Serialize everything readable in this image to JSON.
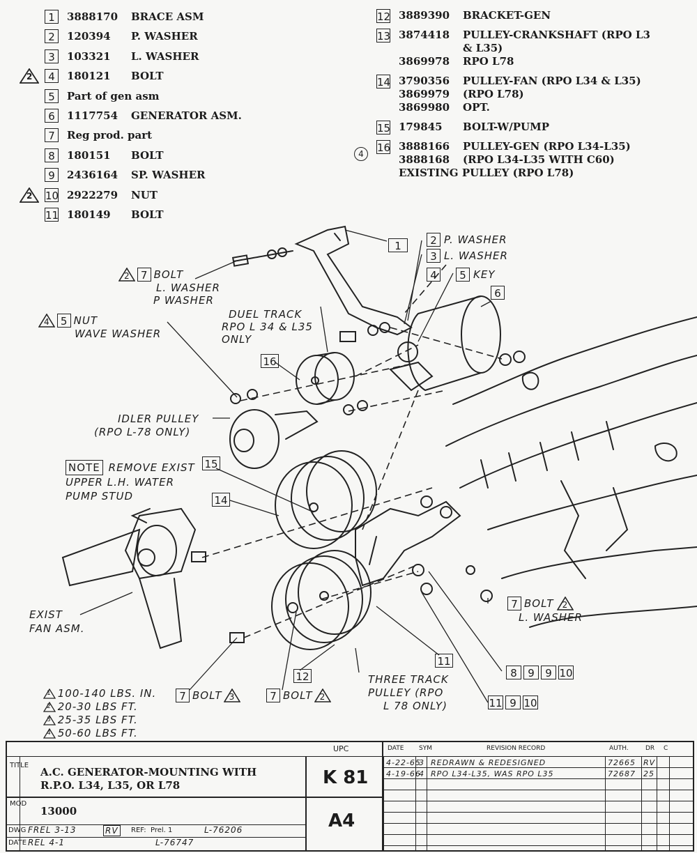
{
  "parts_left": [
    {
      "item": "1",
      "number": "3888170",
      "description": "BRACE ASM",
      "flag": ""
    },
    {
      "item": "2",
      "number": "120394",
      "description": "P. WASHER",
      "flag": ""
    },
    {
      "item": "3",
      "number": "103321",
      "description": "L. WASHER",
      "flag": ""
    },
    {
      "item": "4",
      "number": "180121",
      "description": "BOLT",
      "flag": "2"
    },
    {
      "item": "5",
      "number": "",
      "description": "Part of gen asm",
      "flag": ""
    },
    {
      "item": "6",
      "number": "1117754",
      "description": "GENERATOR ASM.",
      "flag": ""
    },
    {
      "item": "7",
      "number": "",
      "description": "Reg prod. part",
      "flag": ""
    },
    {
      "item": "8",
      "number": "180151",
      "description": "BOLT",
      "flag": ""
    },
    {
      "item": "9",
      "number": "2436164",
      "description": "SP. WASHER",
      "flag": ""
    },
    {
      "item": "10",
      "number": "2922279",
      "description": "NUT",
      "flag": "2"
    },
    {
      "item": "11",
      "number": "180149",
      "description": "BOLT",
      "flag": ""
    }
  ],
  "parts_right": [
    {
      "item": "12",
      "lines": [
        [
          "3889390",
          "BRACKET-GEN"
        ]
      ]
    },
    {
      "item": "13",
      "lines": [
        [
          "3874418",
          "PULLEY-CRANKSHAFT (RPO L3"
        ],
        [
          "",
          "& L35)"
        ],
        [
          "3869978",
          "RPO L78"
        ]
      ]
    },
    {
      "item": "14",
      "lines": [
        [
          "3790356",
          "PULLEY-FAN (RPO L34 & L35)"
        ],
        [
          "3869979",
          "(RPO L78)"
        ],
        [
          "3869980",
          "OPT."
        ]
      ]
    },
    {
      "item": "15",
      "lines": [
        [
          "179845",
          "BOLT-W/PUMP"
        ]
      ]
    },
    {
      "item": "16",
      "lines": [
        [
          "3888166",
          "PULLEY-GEN (RPO L34-L35)"
        ],
        [
          "3888168",
          "(RPO L34-L35 WITH C60)"
        ]
      ],
      "extra": "EXISTING PULLEY (RPO L78)",
      "revision_mark": "4"
    }
  ],
  "callouts": {
    "c1": "1",
    "c2_box": "2",
    "c2_text": "P. WASHER",
    "c3_box": "3",
    "c3_text": "L. WASHER",
    "c4_box": "4",
    "c5_box": "5",
    "c5_text": "KEY",
    "c6_box": "6",
    "bolt7_tri": "2",
    "bolt7_box": "7",
    "bolt7_l1": "BOLT",
    "bolt7_l2": "L. WASHER",
    "bolt7_l3": "P WASHER",
    "nut_tri": "4",
    "nut_box": "5",
    "nut_l1": "NUT",
    "nut_l2": "WAVE WASHER",
    "duel_l1": "DUEL TRACK",
    "duel_l2": "RPO L 34 & L35",
    "duel_l3": "ONLY",
    "c16": "16",
    "idler_l1": "IDLER PULLEY",
    "idler_l2": "(RPO L-78 ONLY)",
    "note_box": "NOTE",
    "note_l1": "REMOVE EXIST",
    "note_l2": "UPPER L.H. WATER",
    "note_l3": "PUMP STUD",
    "c15": "15",
    "c14": "14",
    "exist_l1": "EXIST",
    "exist_l2": "FAN ASM.",
    "bolt_r_box": "7",
    "bolt_r_text": "BOLT",
    "bolt_r_tri": "2",
    "bolt_r_l2": "L. WASHER",
    "stack_a": [
      "8",
      "9",
      "9",
      "10"
    ],
    "stack_b": [
      "11",
      "9",
      "10"
    ],
    "c11": "11",
    "c12": "12",
    "three_l1": "THREE TRACK",
    "three_l2": "PULLEY (RPO",
    "three_l3": "L 78 ONLY)",
    "bolt_b1_box": "7",
    "bolt_b1_text": "BOLT",
    "bolt_b1_tri": "3",
    "bolt_b2_box": "7",
    "bolt_b2_text": "BOLT",
    "bolt_b2_tri": "2"
  },
  "torque": [
    {
      "mark": "1",
      "text": "100-140 LBS. IN."
    },
    {
      "mark": "2",
      "text": "20-30 LBS FT."
    },
    {
      "mark": "3",
      "text": "25-35 LBS FT."
    },
    {
      "mark": "4",
      "text": "50-60 LBS FT."
    }
  ],
  "title_block": {
    "title_side": "TITLE",
    "title_line1": "A.C. GENERATOR-MOUNTING WITH",
    "title_line2": "R.P.O. L34, L35, OR L78",
    "model_side": "MOD",
    "model": "13000",
    "upc_label": "UPC",
    "upc_code": "K 81",
    "sheet": "A4",
    "dwg_label": "DWG",
    "dwg_value": "FREL 3-13",
    "dwg_init": "RV",
    "date_label": "DATE",
    "date_value": "REL 4-1",
    "ref_label": "REF:",
    "ref_value": "Prel. 1",
    "ref_l1": "L-76206",
    "ref_l2": "L-76747",
    "rev_headers": [
      "DATE",
      "SYM",
      "REVISION RECORD",
      "AUTH.",
      "DR",
      "C"
    ],
    "revisions": [
      {
        "date": "4-22-65",
        "sym": "3",
        "record": "REDRAWN & REDESIGNED",
        "auth": "72665",
        "dr": "RV"
      },
      {
        "date": "4-19-66",
        "sym": "4",
        "record": "RPO L34-L35, WAS RPO L35",
        "auth": "72687",
        "dr": "25"
      }
    ]
  }
}
